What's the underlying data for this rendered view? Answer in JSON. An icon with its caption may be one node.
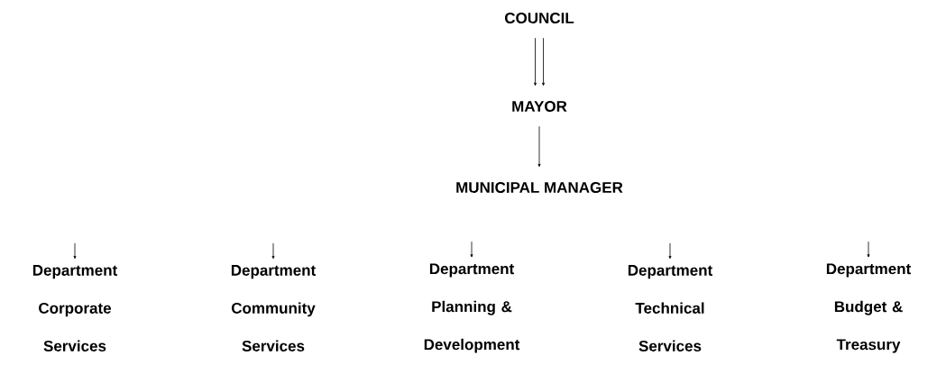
{
  "diagram": {
    "nodes": [
      {
        "text": [
          "COUNCIL"
        ]
      },
      {
        "text": [
          "MAYOR"
        ]
      },
      {
        "text": [
          "MUNICIPAL MANAGER"
        ]
      },
      {
        "text": [
          "Department Corporate Services"
        ]
      },
      {
        "text": [
          "Department Community Services"
        ]
      },
      {
        "text": [
          "Department Planning & Development"
        ]
      },
      {
        "text": [
          "Department Technical Services"
        ]
      },
      {
        "text": [
          "Department Budget & Treasury"
        ]
      }
    ],
    "edges": [
      {
        "from": 0,
        "to": 1,
        "arrow": "to"
      },
      {
        "from": 0,
        "to": 1,
        "arrow": "to"
      },
      {
        "from": 1,
        "to": 2,
        "arrow": "to"
      },
      {
        "from": null,
        "to": 3,
        "arrow": "to"
      },
      {
        "from": null,
        "to": 4,
        "arrow": "to"
      },
      {
        "from": null,
        "to": 5,
        "arrow": "to"
      },
      {
        "from": null,
        "to": 6,
        "arrow": "to"
      },
      {
        "from": null,
        "to": 7,
        "arrow": "to"
      }
    ]
  }
}
